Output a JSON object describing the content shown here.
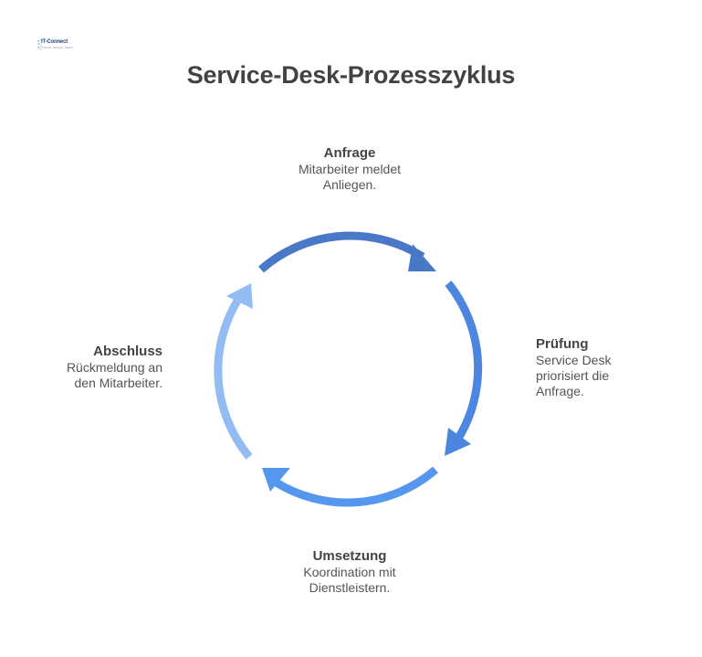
{
  "logo": {
    "name": "IT-Service Connect",
    "text": "IT-Connect",
    "tagline": "IT-Service · Beratung · Support",
    "color": "#2b4a7a"
  },
  "title": "Service-Desk-Prozesszyklus",
  "steps": {
    "top": {
      "title": "Anfrage",
      "lines": [
        "Mitarbeiter meldet",
        "Anliegen."
      ]
    },
    "right": {
      "title": "Prüfung",
      "lines": [
        "Service Desk",
        "priorisiert die",
        "Anfrage."
      ]
    },
    "bottom": {
      "title": "Umsetzung",
      "lines": [
        "Koordination mit",
        "Dienstleistern."
      ]
    },
    "left": {
      "title": "Abschluss",
      "lines": [
        "Rückmeldung an",
        "den Mitarbeiter."
      ]
    }
  },
  "colors": {
    "top_arc": "#4a78c8",
    "right_arc": "#4d86e0",
    "bottom_arc": "#5596ef",
    "left_arc": "#93bcf3"
  }
}
